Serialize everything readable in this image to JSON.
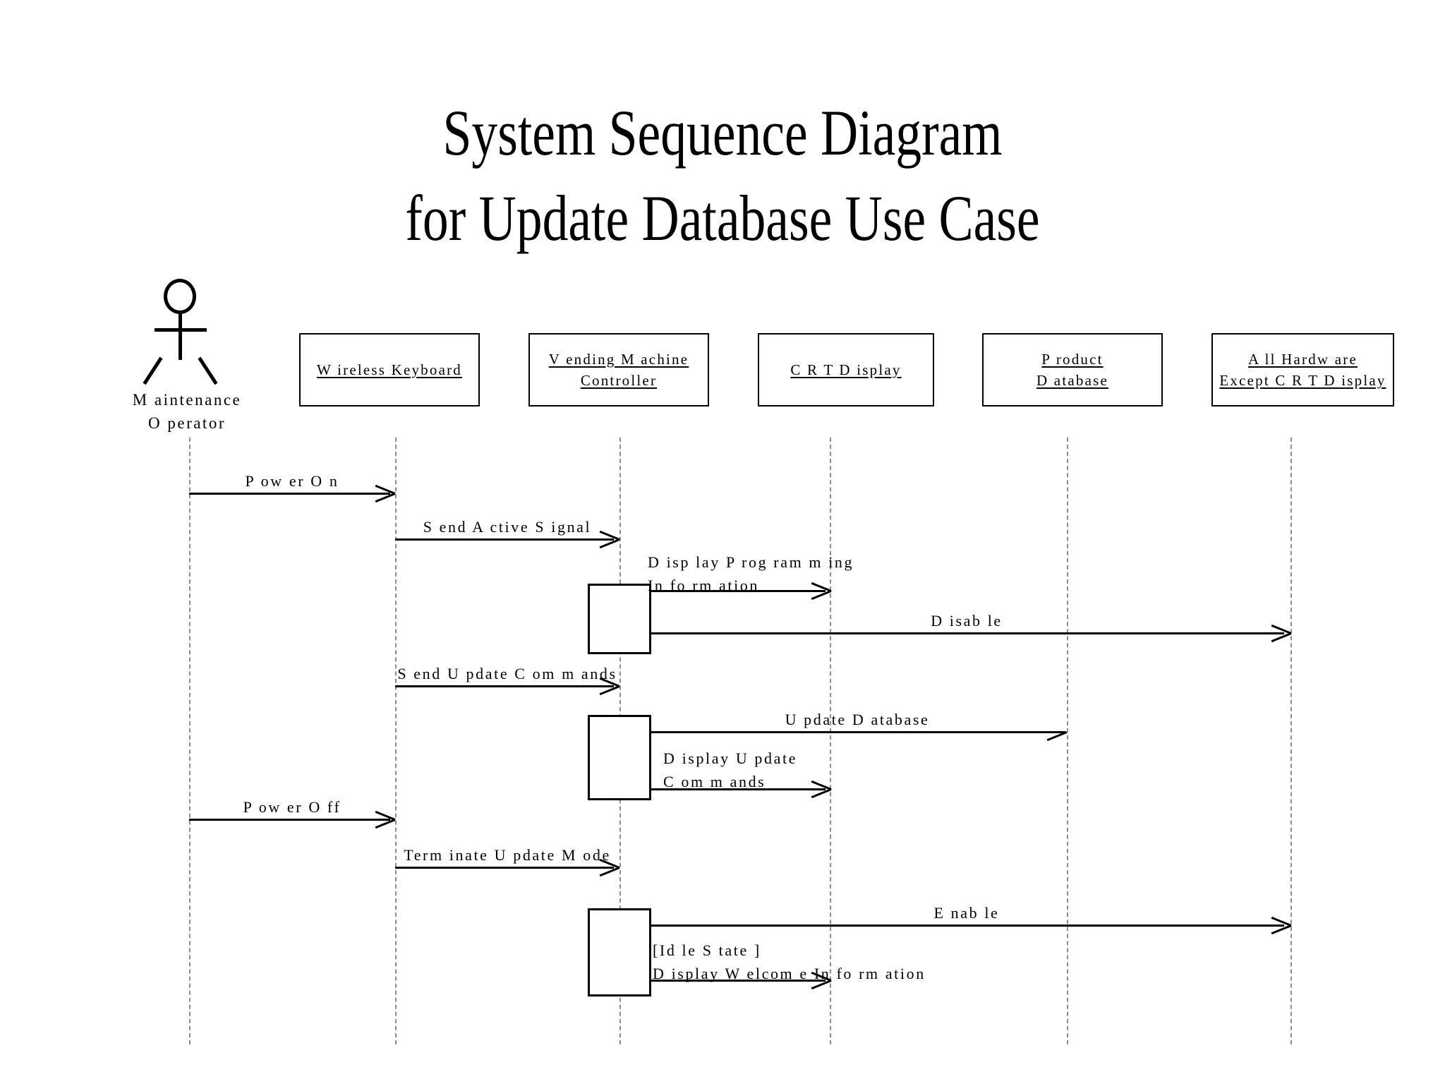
{
  "title": {
    "line1": "System Sequence Diagram",
    "line2": "for Update Database Use Case"
  },
  "actor": {
    "name_line1": "M aintenance",
    "name_line2": "O perator",
    "icon": "actor-stick-figure"
  },
  "lifelines": [
    {
      "id": "keyboard",
      "name_line1": "W ireless Keyboard",
      "name_line2": ""
    },
    {
      "id": "controller",
      "name_line1": "V ending M achine",
      "name_line2": "Controller"
    },
    {
      "id": "crt",
      "name_line1": "C R T  D isplay",
      "name_line2": ""
    },
    {
      "id": "database",
      "name_line1": "P roduct",
      "name_line2": "D atabase"
    },
    {
      "id": "hardware",
      "name_line1": "A ll Hardw are",
      "name_line2": "Except C R T  D isplay"
    }
  ],
  "messages": [
    {
      "id": "power-on",
      "label_line1": "P ow er O n",
      "label_line2": ""
    },
    {
      "id": "send-active-signal",
      "label_line1": "S end A ctive S ignal",
      "label_line2": ""
    },
    {
      "id": "display-programming",
      "label_line1": "D isp lay  P rog ram m ing",
      "label_line2": "In fo rm ation"
    },
    {
      "id": "disable",
      "label_line1": "D isab le",
      "label_line2": ""
    },
    {
      "id": "send-update-commands",
      "label_line1": "S end U pdate C om m ands",
      "label_line2": ""
    },
    {
      "id": "update-database",
      "label_line1": "U pdate D atabase",
      "label_line2": ""
    },
    {
      "id": "display-update-cmds",
      "label_line1": "D isplay  U pdate",
      "label_line2": "C om m ands"
    },
    {
      "id": "power-off",
      "label_line1": "P ow er O ff",
      "label_line2": ""
    },
    {
      "id": "terminate-update",
      "label_line1": "Term inate U pdate M ode",
      "label_line2": ""
    },
    {
      "id": "enable",
      "label_line1": "E nab le",
      "label_line2": ""
    },
    {
      "id": "display-welcome",
      "label_line1": "[Id le S tate ]",
      "label_line2": "D isplay W elcom e In fo rm ation"
    }
  ],
  "colors": {
    "stroke": "#000000",
    "lifeline": "#8d8d8d",
    "background": "#ffffff"
  }
}
